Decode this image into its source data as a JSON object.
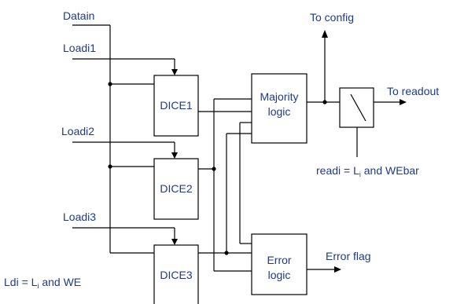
{
  "inputs": {
    "datain": "Datain",
    "load1": "Loadi1",
    "load2": "Loadi2",
    "load3": "Loadi3"
  },
  "blocks": {
    "dice1": "DICE1",
    "dice2": "DICE2",
    "dice3": "DICE3",
    "majority_line1": "Majority",
    "majority_line2": "logic",
    "error_line1": "Error",
    "error_line2": "logic"
  },
  "outputs": {
    "to_config": "To config",
    "to_readout": "To readout",
    "error_flag": "Error flag"
  },
  "annotations": {
    "readi": {
      "prefix": "readi = L",
      "sub": "i",
      "suffix": " and WEbar"
    },
    "ldi": {
      "prefix": "Ldi = L",
      "sub": "i",
      "suffix": " and WE"
    }
  },
  "colors": {
    "text": "#1f3a8a",
    "lines": "#000000"
  }
}
